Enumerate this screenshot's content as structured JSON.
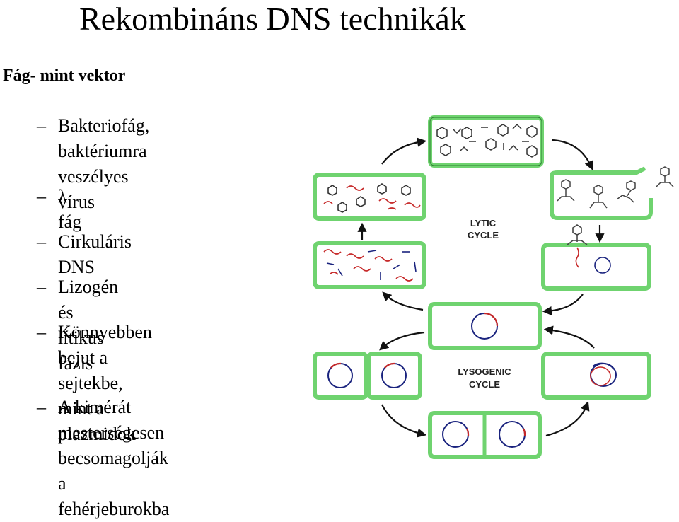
{
  "title": "Rekombináns DNS technikák",
  "subtitle": "Fág- mint vektor",
  "bullets": [
    {
      "dash": "–",
      "text": "Bakteriofág, baktériumra\nveszélyes vírus"
    },
    {
      "dash": "–",
      "text": "λ fág"
    },
    {
      "dash": "–",
      "text": "Cirkuláris DNS"
    },
    {
      "dash": "–",
      "text": "Lizogén és lítikus fázis"
    },
    {
      "dash": "–",
      "text": "Könnyebben bejut a\nsejtekbe, mint a plazmidok"
    },
    {
      "dash": "–",
      "text": "A kimérát mesterségesen\nbecsomagolják a\nfehérjeburokba"
    }
  ],
  "diagram": {
    "lytic_label": [
      "LYTIC",
      "CYCLE"
    ],
    "lysogenic_label": [
      "LYSOGENIC",
      "CYCLE"
    ],
    "colors": {
      "cell_border": "#5cc85c",
      "cell_inner": "#2e7d32",
      "dna_red": "#c62828",
      "dna_blue": "#1a237e",
      "phage": "#444444"
    }
  }
}
